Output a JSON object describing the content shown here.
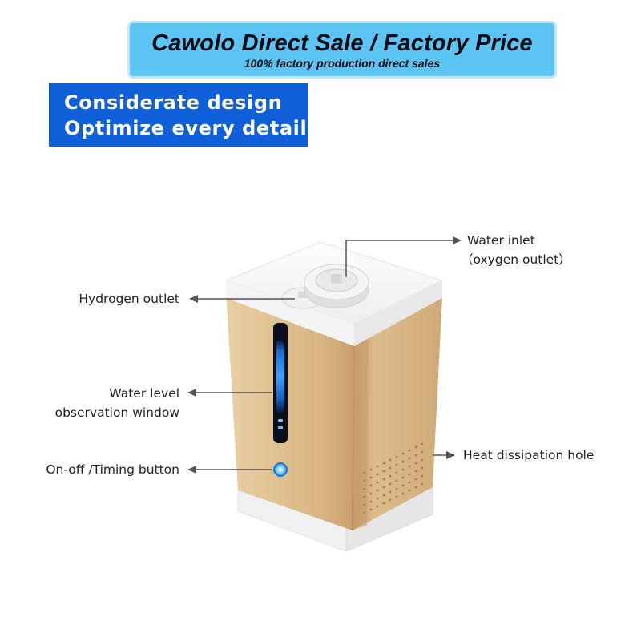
{
  "banner": {
    "title": "Cawolo Direct Sale / Factory Price",
    "subtitle": "100% factory production direct sales"
  },
  "design_box": {
    "line1": "Considerate design",
    "line2": "Optimize every detail"
  },
  "labels": {
    "water_inlet": "Water inlet",
    "oxygen_outlet": "（oxygen outlet）",
    "hydrogen_outlet": "Hydrogen outlet",
    "water_level_1": "Water level",
    "water_level_2": "observation window",
    "on_off": "On-off /Timing button",
    "heat": "Heat dissipation hole"
  },
  "colors": {
    "banner": "#5cc4f2",
    "design_box": "#0e5fd8",
    "device_gold": "#ddb98a",
    "device_white": "#f6f6f6",
    "window_glow": "#1e90ff"
  }
}
